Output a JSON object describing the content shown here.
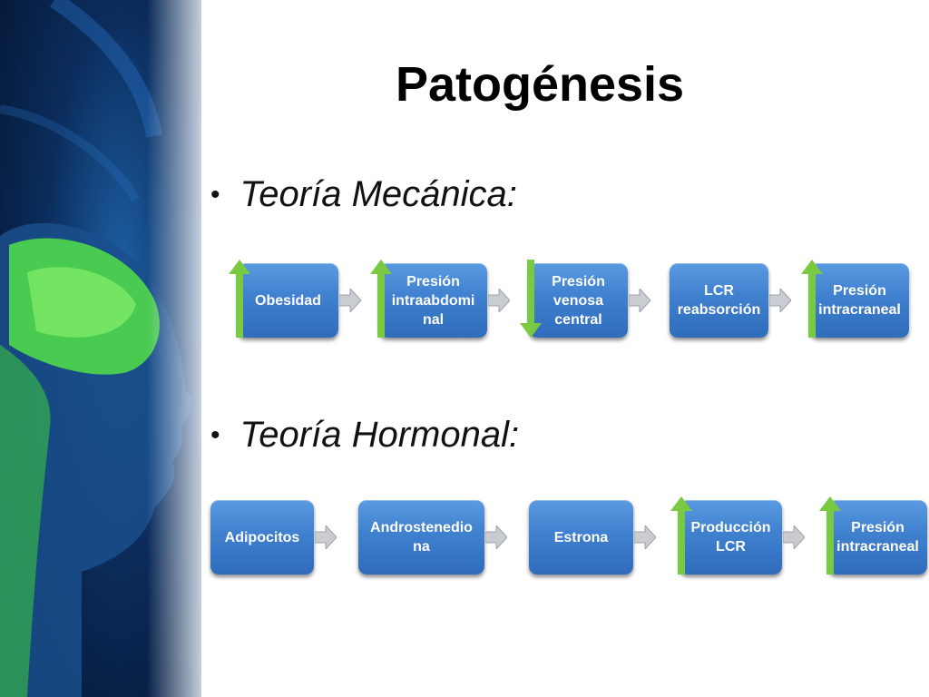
{
  "slide": {
    "title": "Patogénesis",
    "sections": [
      {
        "label": "Teoría Mecánica:",
        "steps": [
          {
            "lines": [
              "Obesidad"
            ],
            "indicator": "up"
          },
          {
            "lines": [
              "Presión",
              "intraabdomi",
              "nal"
            ],
            "indicator": "up"
          },
          {
            "lines": [
              "Presión",
              "venosa",
              "central"
            ],
            "indicator": "down"
          },
          {
            "lines": [
              "LCR",
              "reabsorción"
            ],
            "indicator": "none"
          },
          {
            "lines": [
              "Presión",
              "intracraneal"
            ],
            "indicator": "up"
          }
        ]
      },
      {
        "label": "Teoría Hormonal:",
        "steps": [
          {
            "lines": [
              "Adipocitos"
            ],
            "indicator": "none"
          },
          {
            "lines": [
              "Androstenedio",
              "na"
            ],
            "indicator": "none"
          },
          {
            "lines": [
              "Estrona"
            ],
            "indicator": "none"
          },
          {
            "lines": [
              "Producción",
              "LCR"
            ],
            "indicator": "up"
          },
          {
            "lines": [
              "Presión",
              "intracraneal"
            ],
            "indicator": "up"
          }
        ]
      }
    ]
  },
  "colors": {
    "box": "#3f80cf",
    "indicator_arrow": "#7ac943",
    "connector": "#c9ccd1"
  },
  "icons": {
    "indicator": "green-arrow-icon",
    "connector": "chevron-right-icon",
    "bullet": "bullet-dot"
  }
}
